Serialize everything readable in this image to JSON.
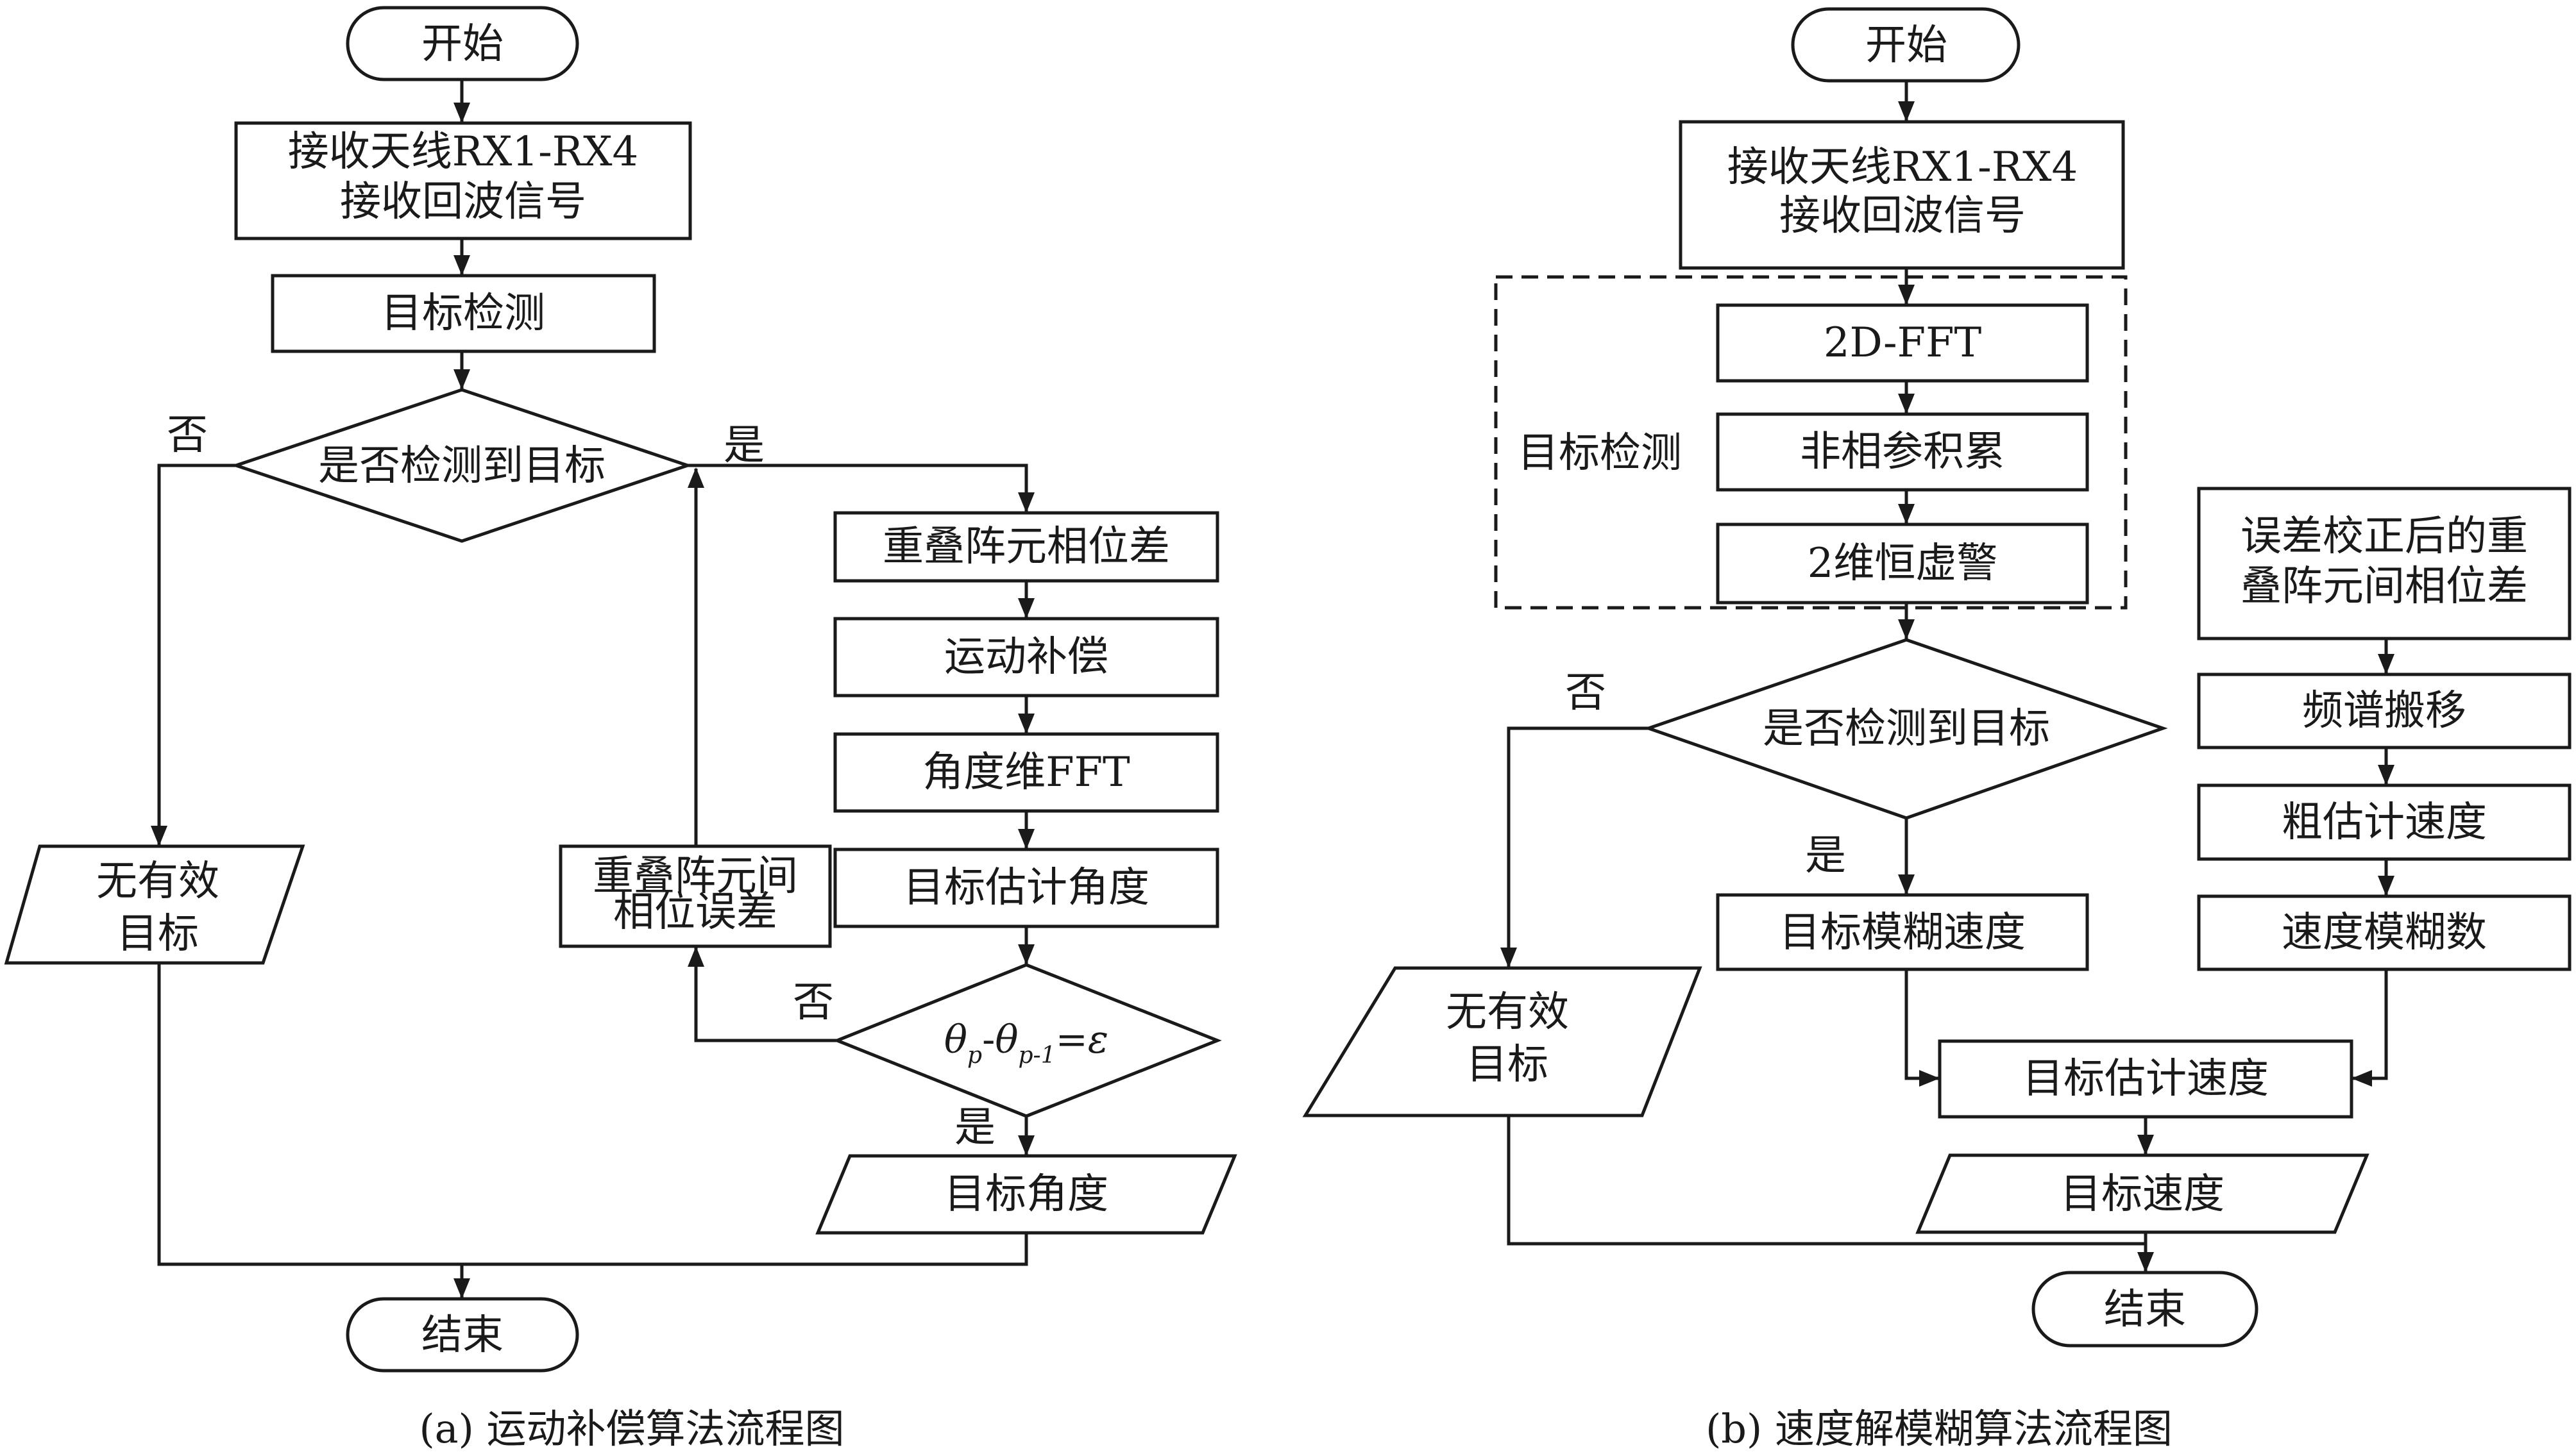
{
  "colors": {
    "stroke": "#1a1a1a",
    "background": "#ffffff"
  },
  "panel_a": {
    "caption": "(a) 运动补偿算法流程图",
    "start": "开始",
    "receive": [
      "接收天线RX1-RX4",
      "接收回波信号"
    ],
    "detect": "目标检测",
    "decision": "是否检测到目标",
    "yes": "是",
    "no": "否",
    "overlap_phase": "重叠阵元相位差",
    "motion_comp": "运动补偿",
    "angle_fft": "角度维FFT",
    "estimate_angle": "目标估计角度",
    "phase_error": [
      "重叠阵元间",
      "相位误差"
    ],
    "convergence": {
      "theta": "θ",
      "sub_p": "p",
      "minus": "-",
      "sub_p1": "p-1",
      "equals": "=",
      "epsilon": "ε"
    },
    "convergence_no": "否",
    "convergence_yes": "是",
    "target_angle": "目标角度",
    "no_target": [
      "无有效",
      "目标"
    ],
    "end": "结束"
  },
  "panel_b": {
    "caption": "(b) 速度解模糊算法流程图",
    "start": "开始",
    "receive": [
      "接收天线RX1-RX4",
      "接收回波信号"
    ],
    "group_label": "目标检测",
    "fft2d": "2D-FFT",
    "noncoherent": "非相参积累",
    "cfar": "2维恒虚警",
    "decision": "是否检测到目标",
    "yes": "是",
    "no": "否",
    "ambiguous_velocity": "目标模糊速度",
    "corrected_phase": [
      "误差校正后的重",
      "叠阵元间相位差"
    ],
    "spectrum_shift": "频谱搬移",
    "coarse_velocity": "粗估计速度",
    "ambiguity_number": "速度模糊数",
    "estimate_velocity": "目标估计速度",
    "target_velocity": "目标速度",
    "no_target": [
      "无有效",
      "目标"
    ],
    "end": "结束"
  }
}
